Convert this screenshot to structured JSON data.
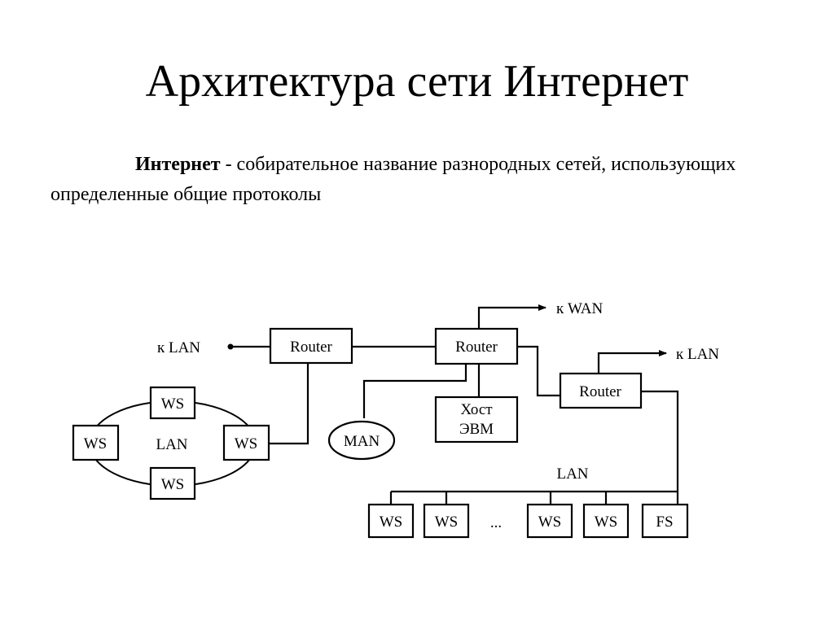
{
  "slide": {
    "title": "Архитектура сети Интернет",
    "definition_term": "Интернет",
    "definition_rest": " - собирательное название разнородных сетей, использующих определенные общие протоколы"
  },
  "diagram": {
    "router_label": "Router",
    "host_line1": "Хост",
    "host_line2": "ЭВМ",
    "man_label": "MAN",
    "ws_label": "WS",
    "fs_label": "FS",
    "lan_label": "LAN",
    "to_lan_label": "к LAN",
    "to_wan_label": "к WAN",
    "ellipsis": "..."
  }
}
